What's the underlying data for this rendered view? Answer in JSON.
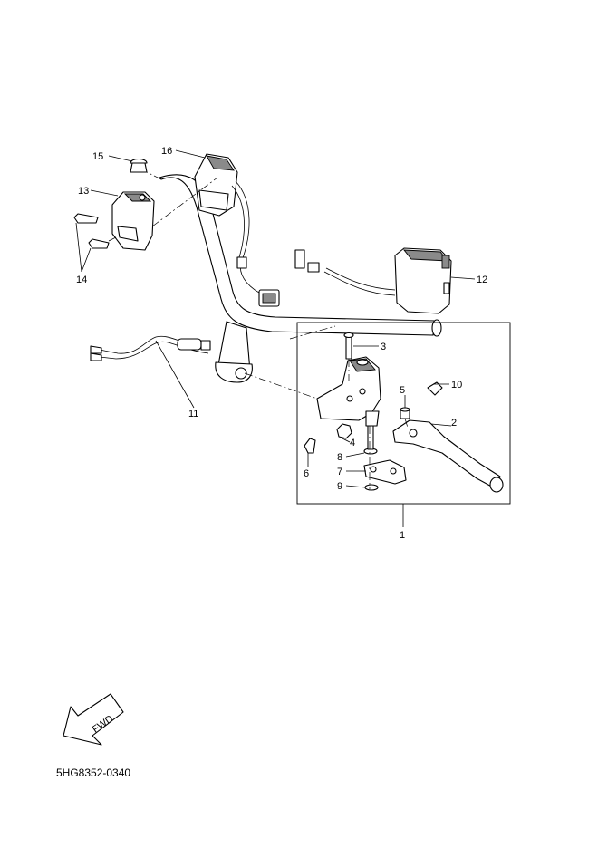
{
  "diagram": {
    "callouts": [
      "1",
      "2",
      "3",
      "4",
      "5",
      "6",
      "7",
      "8",
      "9",
      "10",
      "11",
      "12",
      "13",
      "14",
      "15",
      "16"
    ],
    "arrow_text": "FWD",
    "drawing_code": "5HG8352-0340"
  }
}
